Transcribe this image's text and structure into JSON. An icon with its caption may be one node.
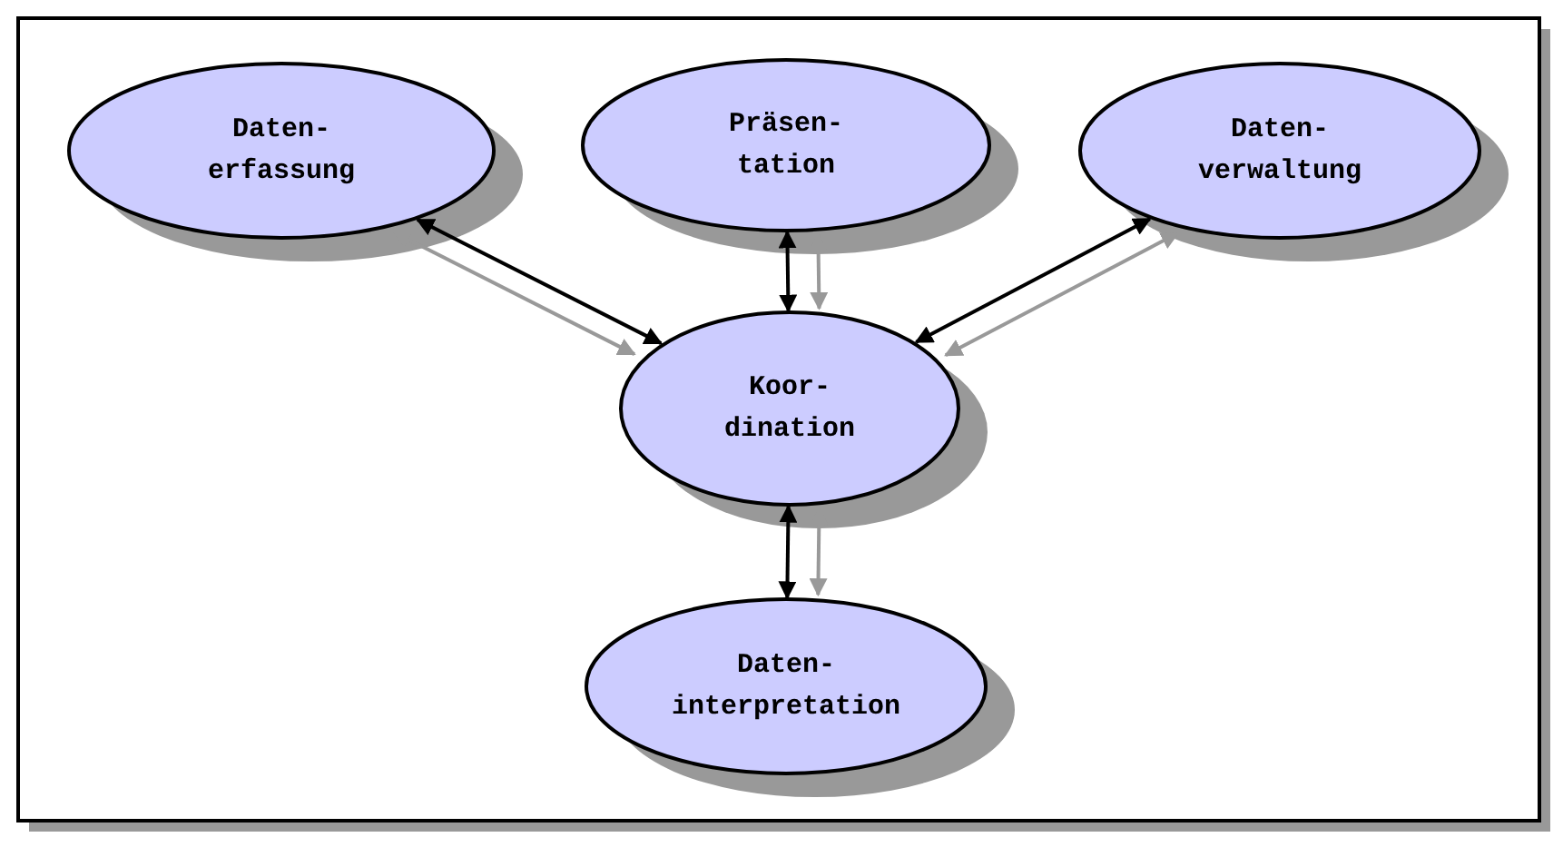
{
  "diagram": {
    "nodes": [
      {
        "text": [
          "Daten- erfassung"
        ]
      },
      {
        "text": [
          "Präsen- tation"
        ]
      },
      {
        "text": [
          "Daten- verwaltung"
        ]
      },
      {
        "text": [
          "Koor- dination"
        ]
      },
      {
        "text": [
          "Daten- interpretation"
        ]
      }
    ],
    "edges": [
      {
        "from": 0,
        "to": 3,
        "arrow": "both"
      },
      {
        "from": 0,
        "to": 3,
        "arrow": "both",
        "color": "#999999"
      },
      {
        "from": 1,
        "to": 3,
        "arrow": "both"
      },
      {
        "from": 1,
        "to": 3,
        "arrow": "both",
        "color": "#999999"
      },
      {
        "from": 2,
        "to": 3,
        "arrow": "both"
      },
      {
        "from": 2,
        "to": 3,
        "arrow": "both",
        "color": "#999999"
      },
      {
        "from": 3,
        "to": 4,
        "arrow": "both"
      },
      {
        "from": 3,
        "to": 4,
        "arrow": "both",
        "color": "#999999"
      }
    ]
  }
}
